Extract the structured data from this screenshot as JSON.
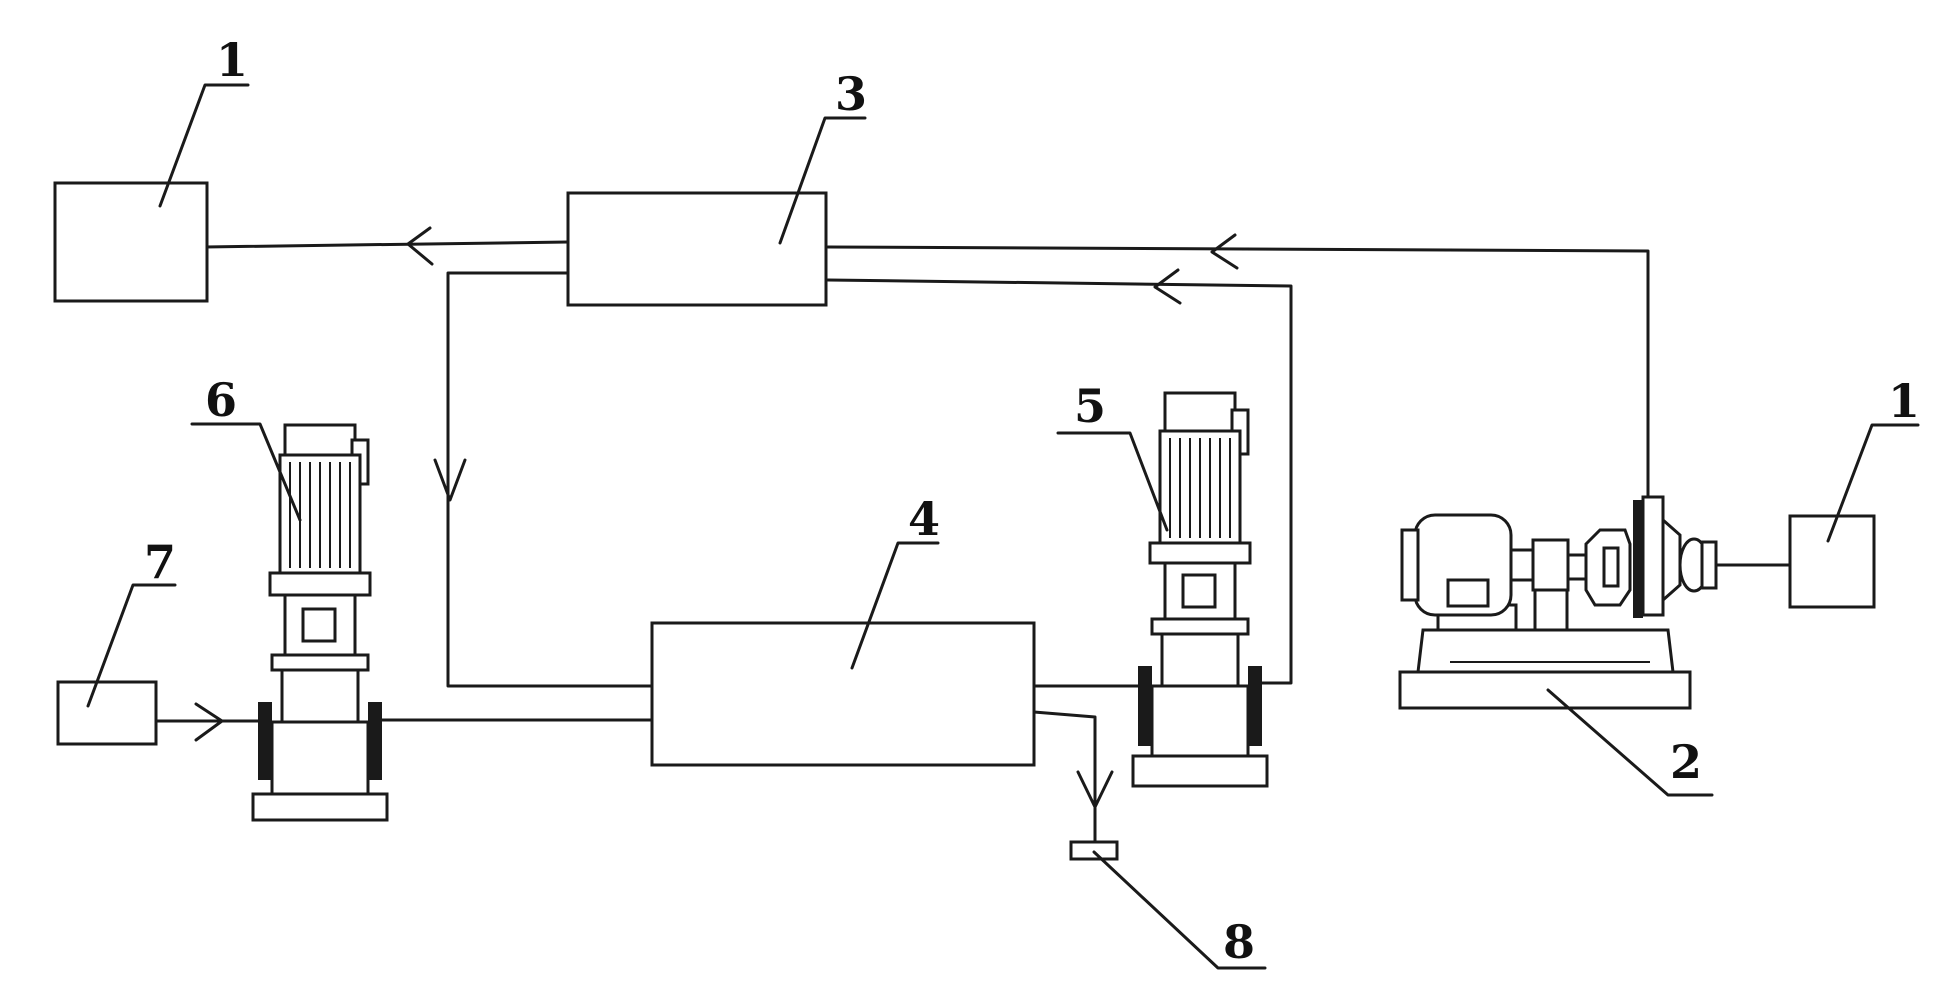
{
  "labels": {
    "controller_left": "1",
    "controller_right": "1",
    "test_bench": "2",
    "unit_3": "3",
    "unit_4": "4",
    "pump_5": "5",
    "pump_6": "6",
    "source_7": "7",
    "outlet_8": "8"
  },
  "colors": {
    "line": "#1a1a1a",
    "background": "#ffffff"
  }
}
